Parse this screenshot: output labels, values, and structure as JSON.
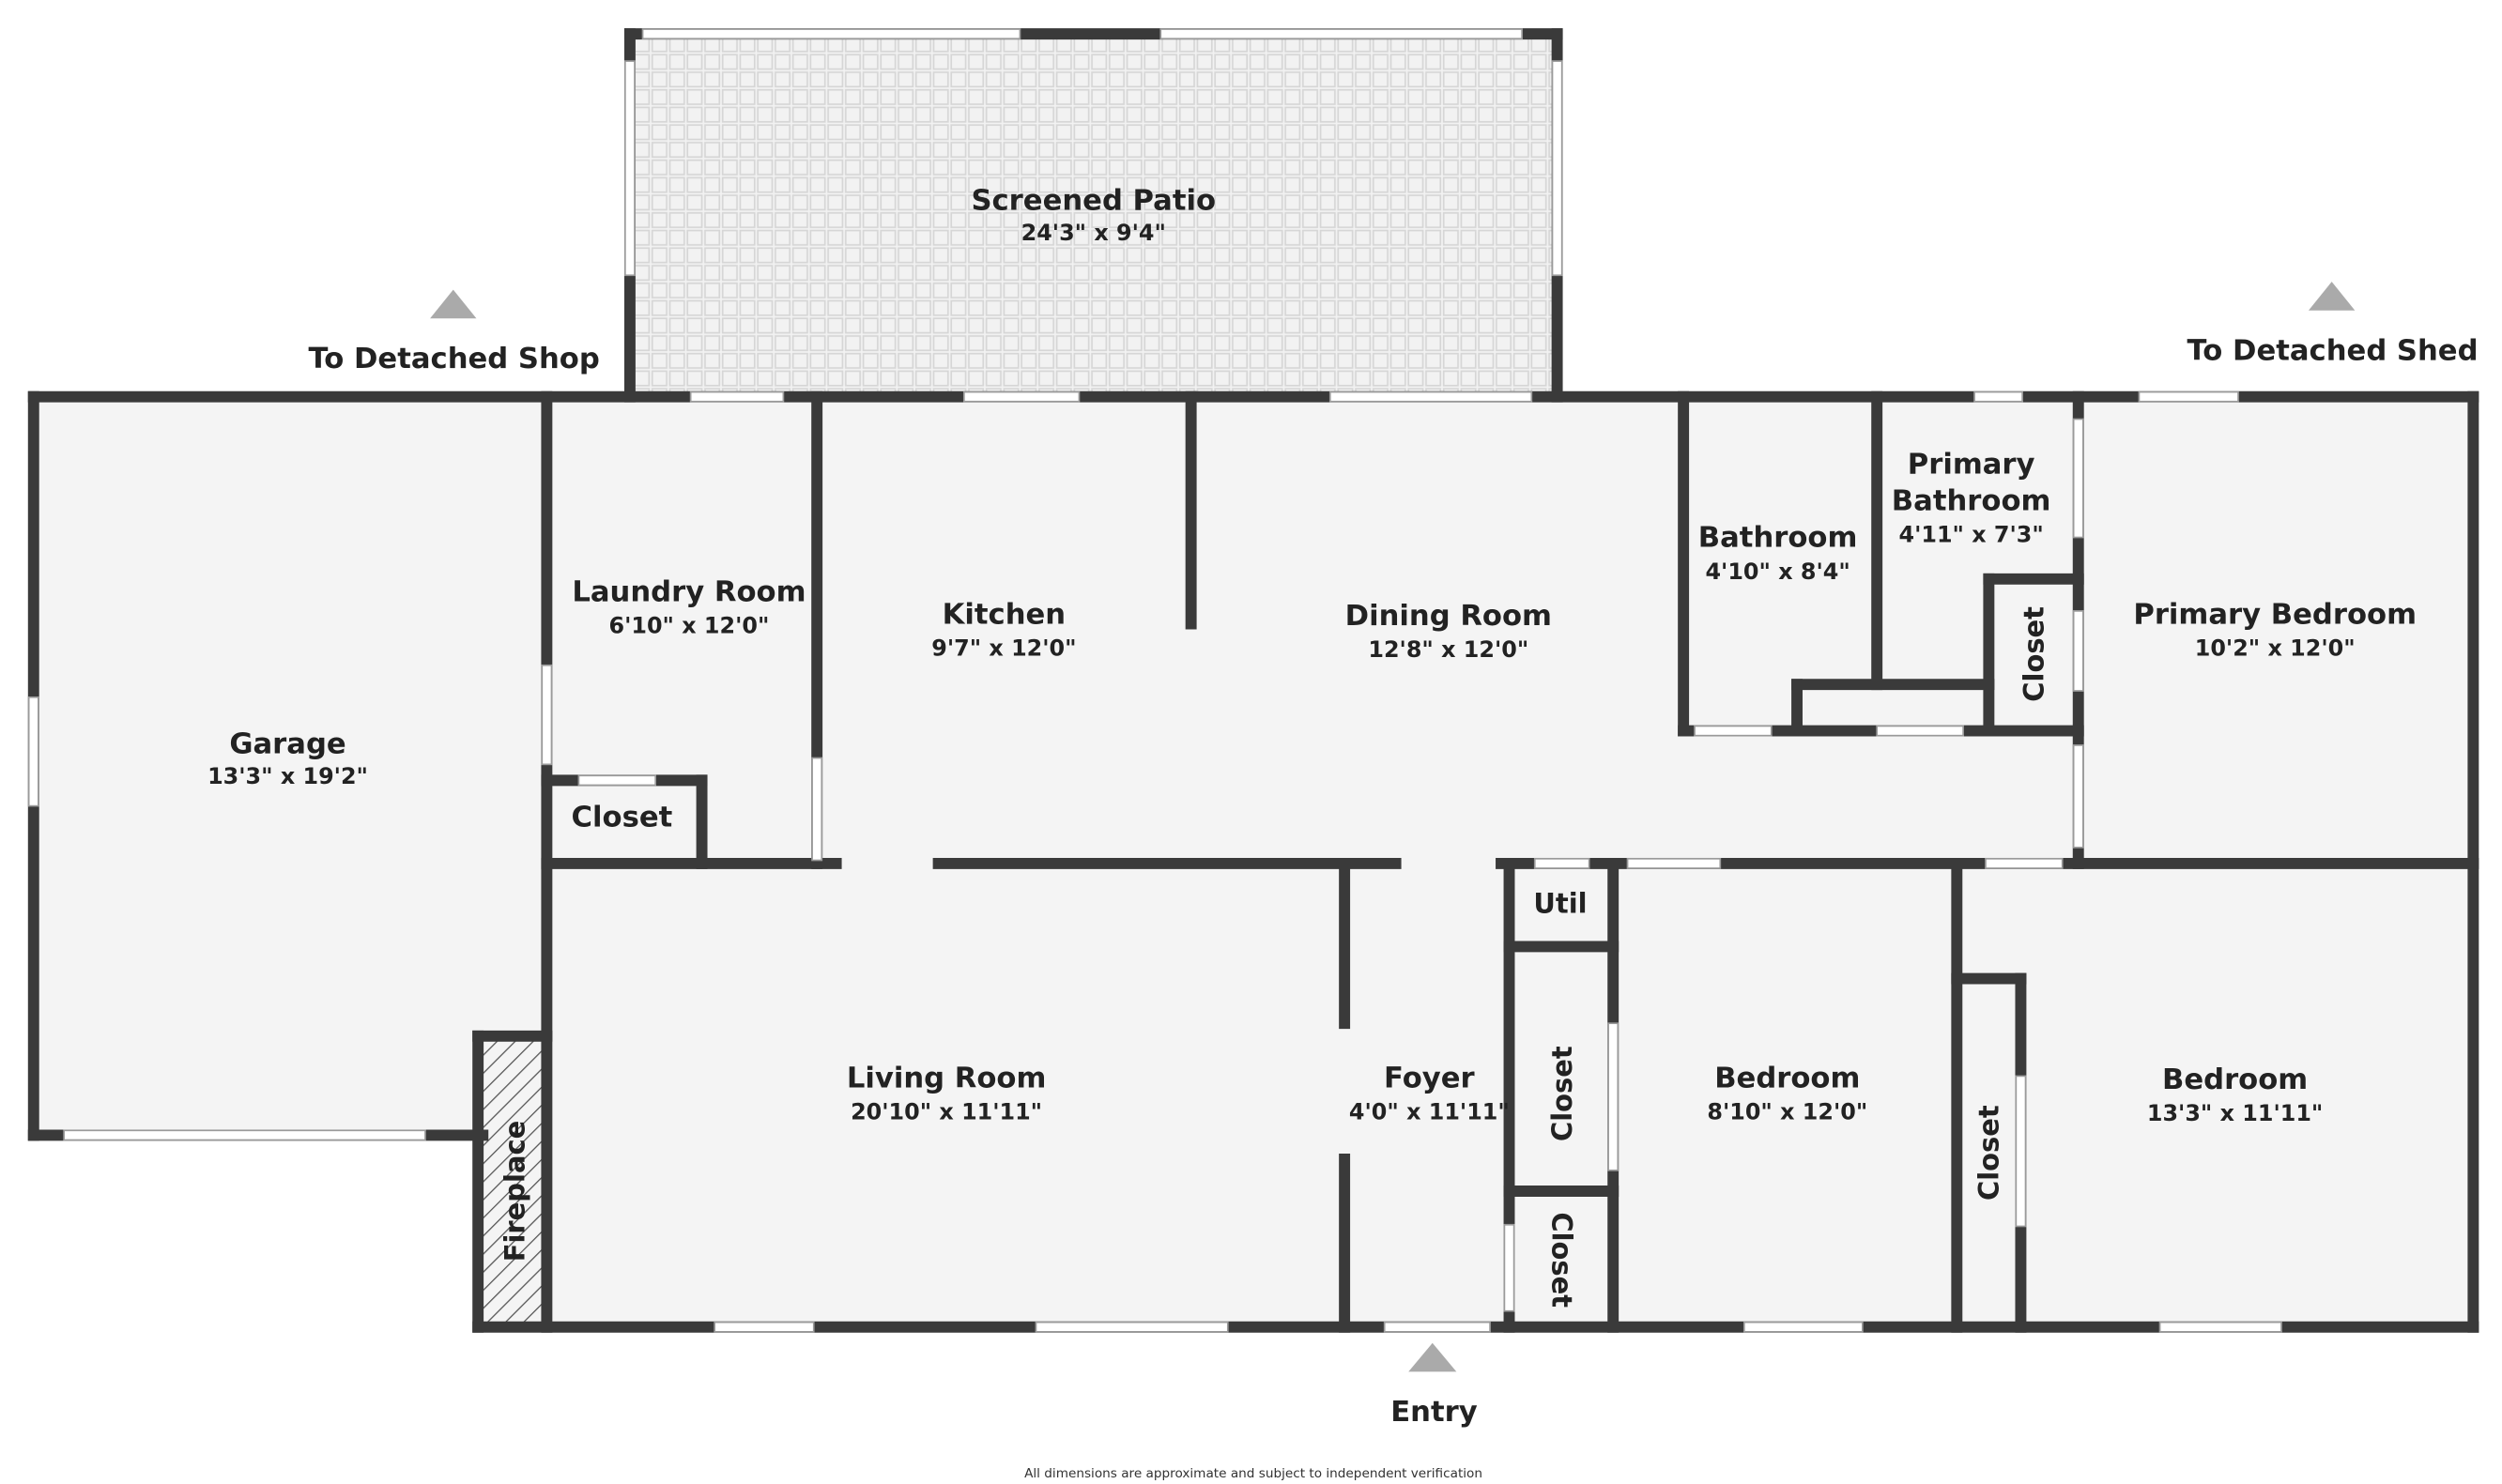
{
  "rooms": {
    "screened_patio": {
      "name": "Screened Patio",
      "dim": "24'3\" x 9'4\""
    },
    "garage": {
      "name": "Garage",
      "dim": "13'3\" x 19'2\""
    },
    "laundry": {
      "name": "Laundry Room",
      "dim": "6'10\" x 12'0\""
    },
    "laundry_closet": {
      "name": "Closet"
    },
    "kitchen": {
      "name": "Kitchen",
      "dim": "9'7\" x 12'0\""
    },
    "dining": {
      "name": "Dining Room",
      "dim": "12'8\" x 12'0\""
    },
    "bathroom": {
      "name": "Bathroom",
      "dim": "4'10\" x 8'4\""
    },
    "primary_bathroom": {
      "name_line1": "Primary",
      "name_line2": "Bathroom",
      "dim": "4'11\" x 7'3\""
    },
    "primary_closet": {
      "name": "Closet"
    },
    "primary_bedroom": {
      "name": "Primary Bedroom",
      "dim": "10'2\" x 12'0\""
    },
    "living": {
      "name": "Living Room",
      "dim": "20'10\" x 11'11\""
    },
    "foyer": {
      "name": "Foyer",
      "dim": "4'0\" x 11'11\""
    },
    "util": {
      "name": "Util"
    },
    "hall_closet_1": {
      "name": "Closet"
    },
    "hall_closet_2": {
      "name": "Closet"
    },
    "bedroom_1": {
      "name": "Bedroom",
      "dim": "8'10\" x 12'0\""
    },
    "bedroom_2_closet": {
      "name": "Closet"
    },
    "bedroom_2": {
      "name": "Bedroom",
      "dim": "13'3\" x 11'11\""
    },
    "fireplace": {
      "name": "Fireplace"
    }
  },
  "markers": {
    "shop": "To Detached Shop",
    "shed": "To Detached Shed",
    "entry": "Entry"
  },
  "disclaimer": "All dimensions are approximate and subject to independent verification",
  "colors": {
    "wall": "#3a3a3a",
    "floor": "#f4f4f4",
    "patio_tile": "#e6e6e6",
    "arrow": "#aaaaaa",
    "opening": "#ffffff"
  }
}
